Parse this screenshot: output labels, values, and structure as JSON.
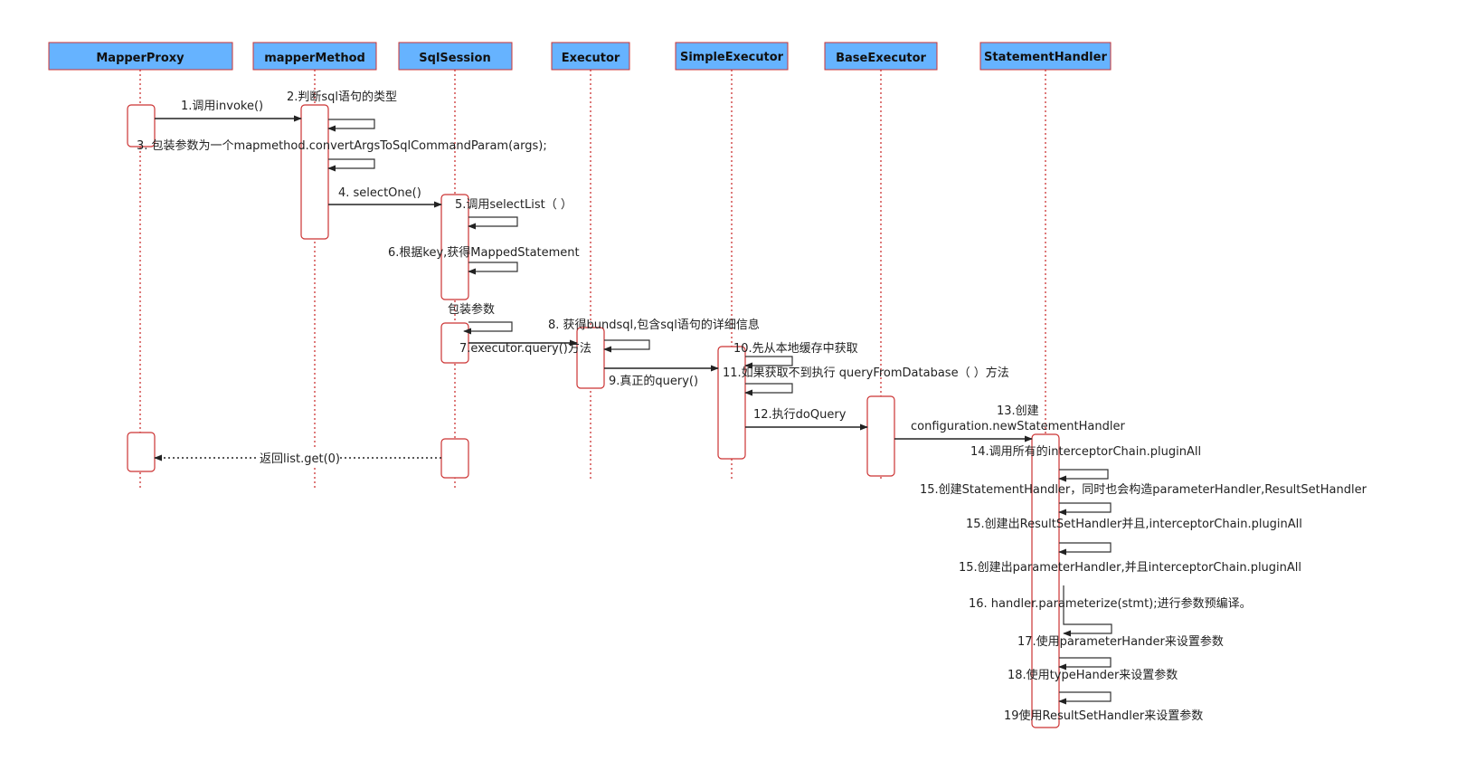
{
  "participants": [
    "MapperProxy",
    "mapperMethod",
    "SqlSession",
    "Executor",
    "SimpleExecutor",
    "BaseExecutor",
    "StatementHandler"
  ],
  "messages": {
    "m1": "1.调用invoke()",
    "m2": "2.判断sql语句的类型",
    "m3": "3. 包装参数为一个mapmethod.convertArgsToSqlCommandParam(args);",
    "m4": "4. selectOne()",
    "m5": "5.调用selectList（ ）",
    "m6": "6.根据key,获得MappedStatement",
    "m_wrap": "包装参数",
    "m7": "7.executor.query()方法",
    "m8": "8. 获得bundsql,包含sql语句的详细信息",
    "m9": "9.真正的query()",
    "m10": "10.先从本地缓存中获取",
    "m11": "11.如果获取不到执行 queryFromDatabase（ ）方法",
    "m12": "12.执行doQuery",
    "m13a": "13.创建",
    "m13b": "configuration.newStatementHandler",
    "m14": "14.调用所有的interceptorChain.pluginAll",
    "m15a": "15.创建StatementHandler，同时也会构造parameterHandler,ResultSetHandler",
    "m15b": "15.创建出ResultSetHandler并且,interceptorChain.pluginAll",
    "m15c": "15.创建出parameterHandler,并且interceptorChain.pluginAll",
    "m16": "16.   handler.parameterize(stmt);进行参数预编译。",
    "m17": "17.使用parameterHander来设置参数",
    "m18": "18.使用typeHander来设置参数",
    "m19": "19使用ResultSetHandler来设置参数",
    "ret": "返回list.get(0)"
  },
  "colors": {
    "header_fill": "#66b3ff",
    "header_border": "#cc3333",
    "lifeline": "#cc3333",
    "activation_border": "#cc3333",
    "arrow": "#222222"
  }
}
